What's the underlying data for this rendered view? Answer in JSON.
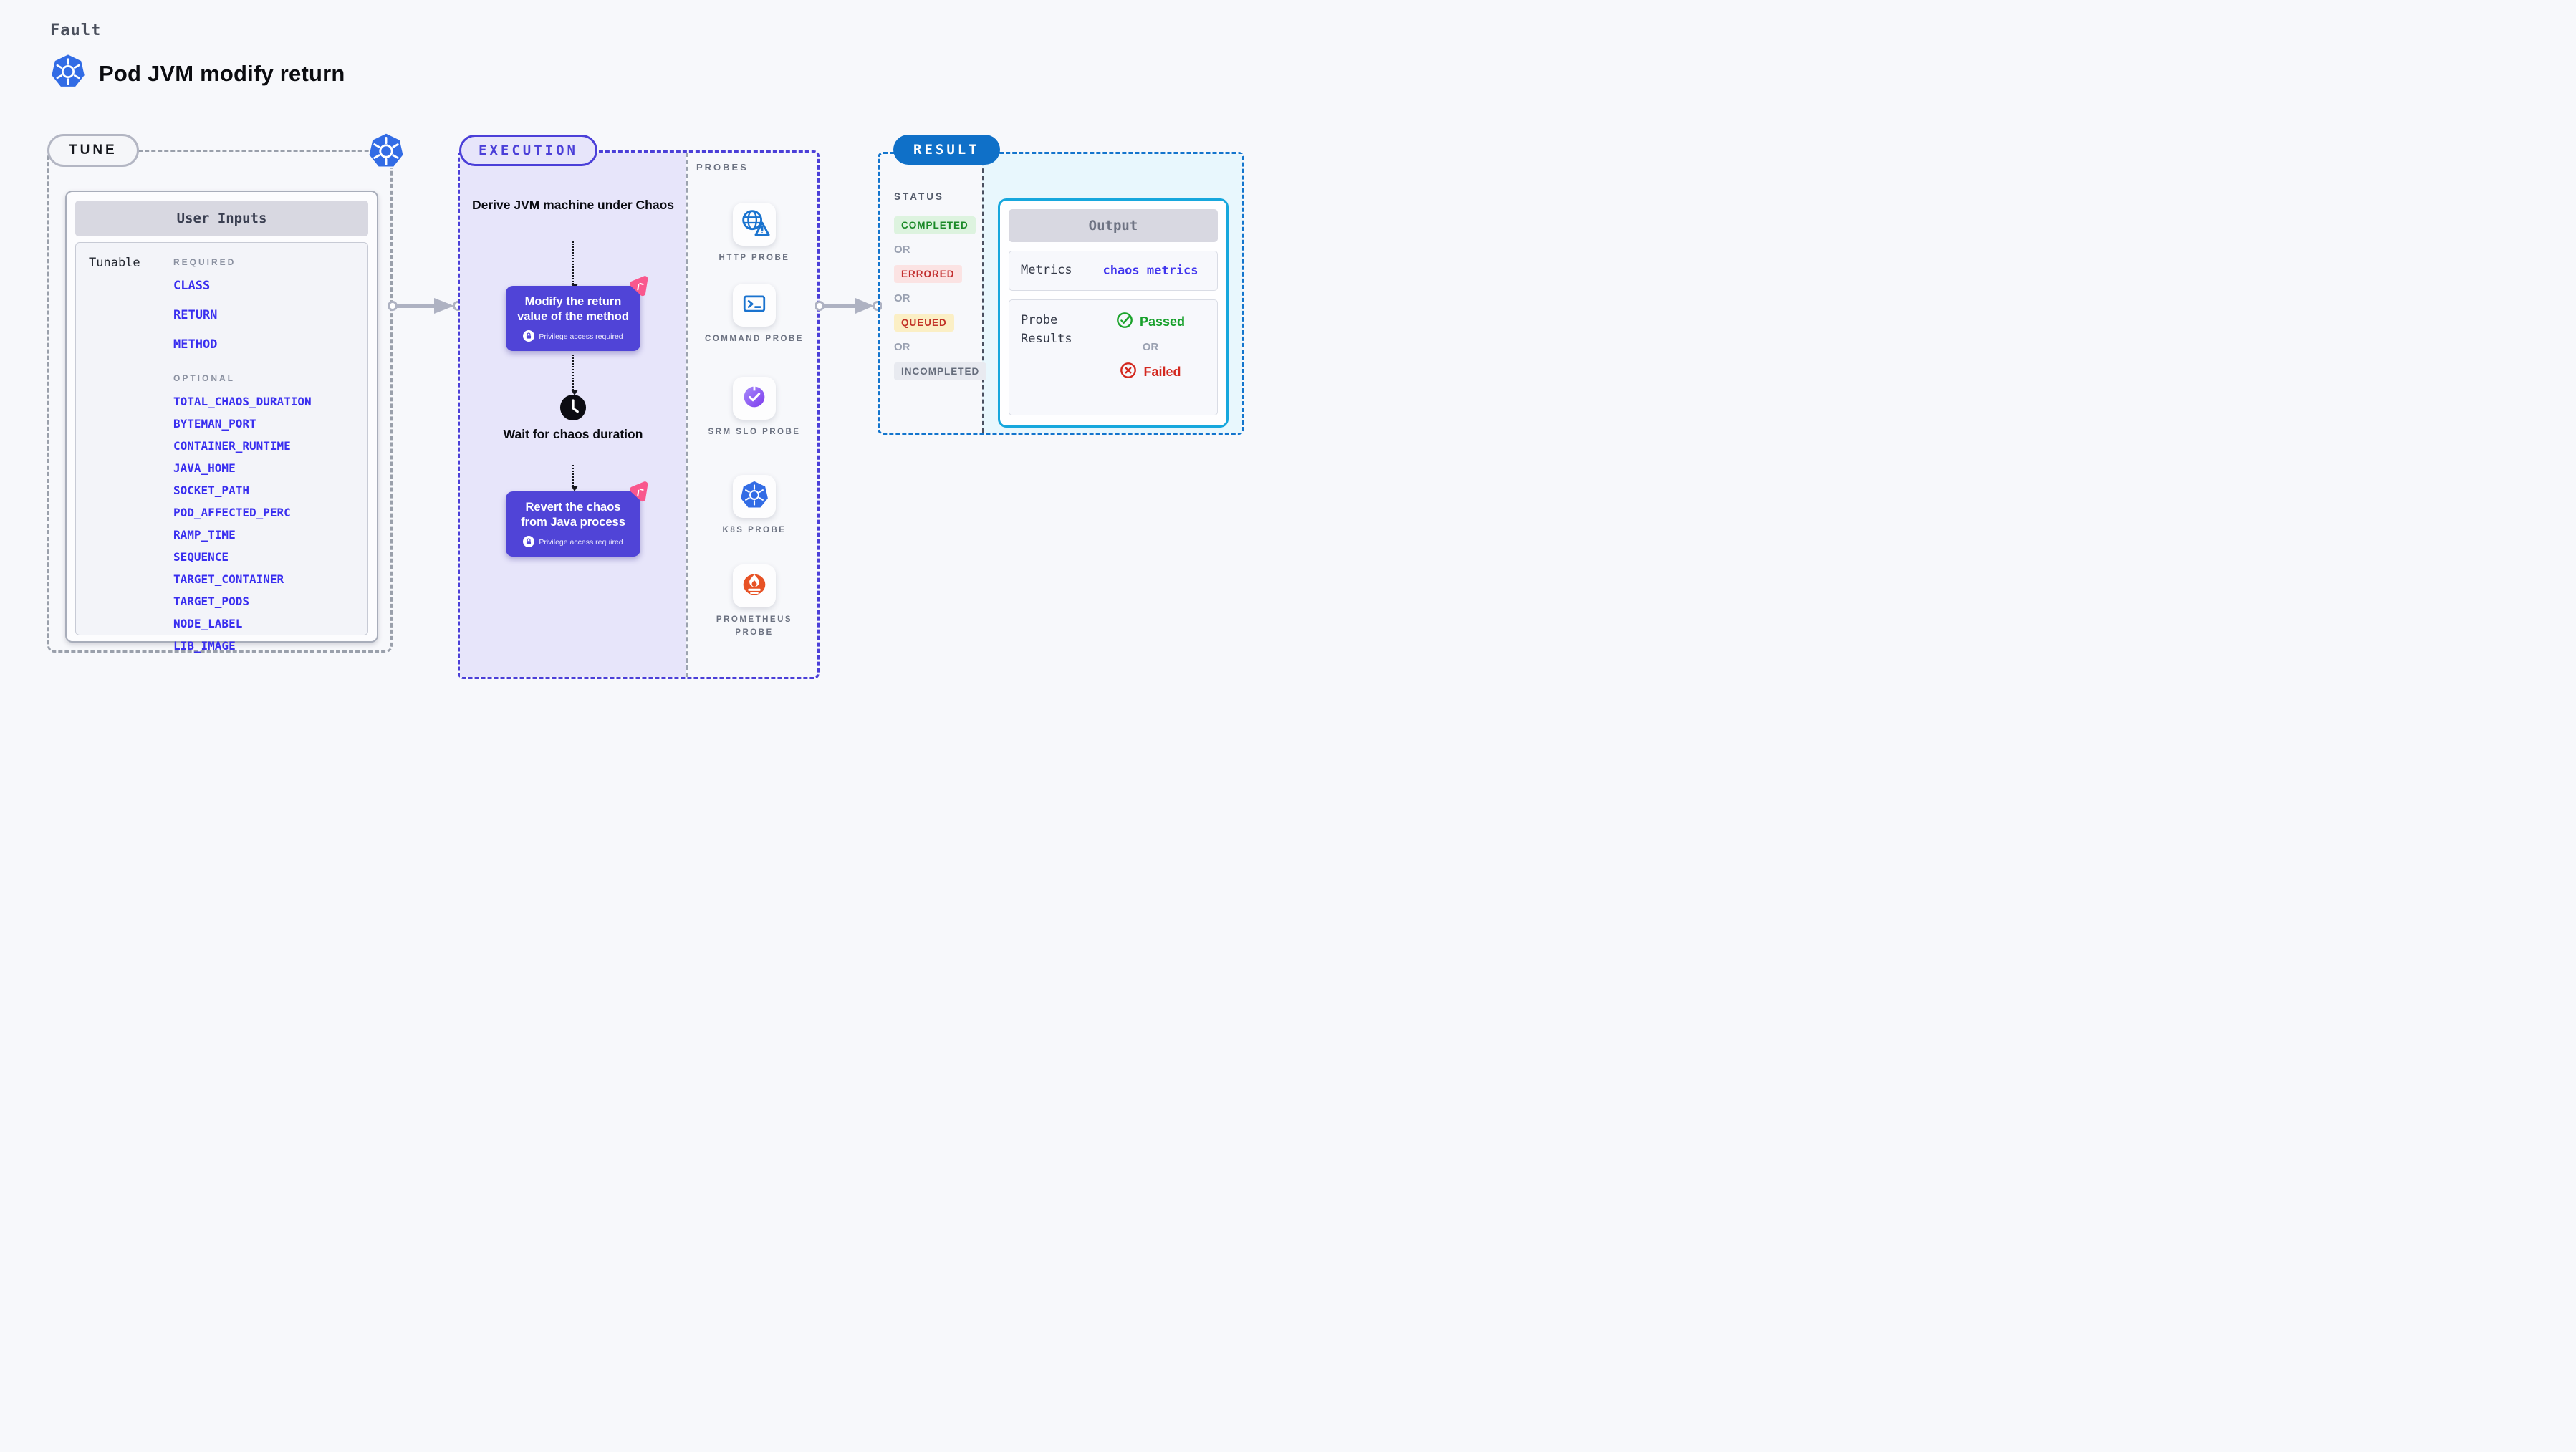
{
  "header": {
    "eyebrow": "Fault",
    "title": "Pod JVM modify return"
  },
  "tune": {
    "badge": "TUNE",
    "card_title": "User Inputs",
    "row_label": "Tunable",
    "required_label": "REQUIRED",
    "required_items": [
      "CLASS",
      "RETURN",
      "METHOD"
    ],
    "optional_label": "OPTIONAL",
    "optional_items": [
      "TOTAL_CHAOS_DURATION",
      "BYTEMAN_PORT",
      "CONTAINER_RUNTIME",
      "JAVA_HOME",
      "SOCKET_PATH",
      "POD_AFFECTED_PERC",
      "RAMP_TIME",
      "SEQUENCE",
      "TARGET_CONTAINER",
      "TARGET_PODS",
      "NODE_LABEL",
      "LIB_IMAGE"
    ]
  },
  "execution": {
    "badge": "EXECUTION",
    "steps": {
      "derive": "Derive JVM machine under Chaos",
      "modify": "Modify the return value of the method",
      "wait": "Wait for chaos duration",
      "revert": "Revert the chaos from Java process",
      "privilege": "Privilege access required"
    }
  },
  "probes": {
    "heading": "PROBES",
    "items": [
      {
        "label": "HTTP PROBE",
        "icon": "http-probe-icon"
      },
      {
        "label": "COMMAND PROBE",
        "icon": "command-probe-icon"
      },
      {
        "label": "SRM SLO PROBE",
        "icon": "srm-slo-probe-icon"
      },
      {
        "label": "K8S PROBE",
        "icon": "k8s-probe-icon"
      },
      {
        "label": "PROMETHEUS PROBE",
        "icon": "prometheus-probe-icon"
      }
    ]
  },
  "result": {
    "badge": "RESULT",
    "status_heading": "STATUS",
    "or_label": "OR",
    "statuses": [
      {
        "label": "COMPLETED",
        "bg": "#DDF3DF",
        "color": "#1B8A28"
      },
      {
        "label": "ERRORED",
        "bg": "#FBE3E3",
        "color": "#C22F2F"
      },
      {
        "label": "QUEUED",
        "bg": "#FBEFC5",
        "color": "#C23327"
      },
      {
        "label": "INCOMPLETED",
        "bg": "#E8EAF0",
        "color": "#666D7C"
      }
    ],
    "output": {
      "title": "Output",
      "metrics_label": "Metrics",
      "metrics_value": "chaos metrics",
      "probe_results_label": "Probe Results",
      "passed_label": "Passed",
      "failed_label": "Failed"
    }
  },
  "colors": {
    "kubernetes_blue": "#326CE5",
    "execution_indigo": "#4B3FD8",
    "execution_fill": "#E7E5FA",
    "step_purple": "#5044D7",
    "litmus_pink": "#F9578D",
    "result_blue": "#0F70C8",
    "output_border_cyan": "#16A7DD",
    "result_fill_cyan": "#E8F7FD",
    "tunable_blue": "#392EEF",
    "passed_green": "#17A02B",
    "failed_red": "#D3281F",
    "prometheus_orange": "#E75225"
  }
}
